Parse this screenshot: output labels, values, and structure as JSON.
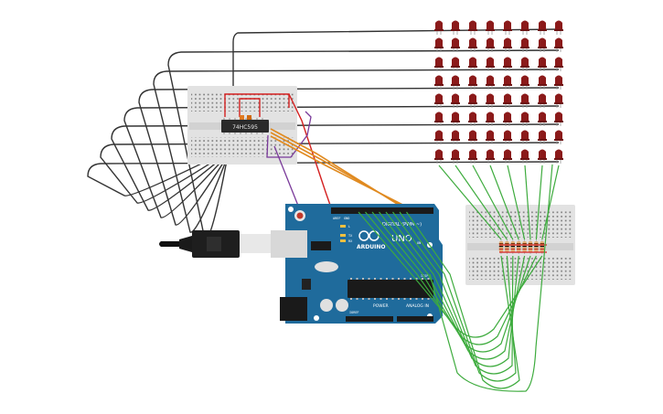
{
  "chip": {
    "label": "74HC595"
  },
  "arduino": {
    "brand": "ARDUINO",
    "model": "UNO",
    "digital_label": "DIGITAL (PWM ~)",
    "power_label": "POWER",
    "analog_label": "ANALOG IN",
    "aref_label": "AREF",
    "gnd_label": "GND",
    "tx_label": "TX",
    "rx_label": "RX",
    "l_label": "L",
    "ioref_label": "IOREF",
    "on_label": "ON",
    "icsp_label": "ICSP"
  },
  "led_matrix": {
    "rows": 8,
    "cols": 8,
    "led_color": "#8b1a1a"
  },
  "resistor_bank": {
    "count": 8
  },
  "colors": {
    "wire_black": "#333333",
    "wire_green": "#3dab3d",
    "wire_red": "#d42020",
    "wire_purple": "#7a3a9a",
    "wire_orange": "#e08a20",
    "board_blue": "#1f6b9c",
    "breadboard": "#e2e2e2"
  }
}
